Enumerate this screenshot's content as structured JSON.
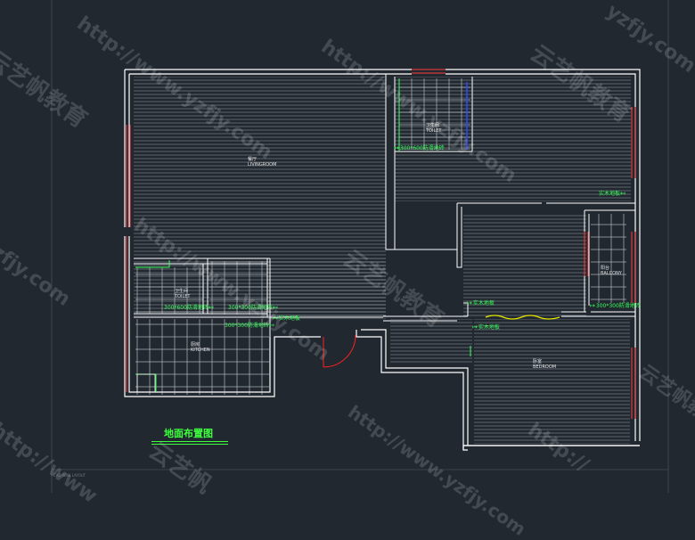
{
  "drawing": {
    "title": "地面布置图",
    "footnote": "CAD WAN LAYOUT",
    "colors": {
      "background": "#212830",
      "wall": "#ffffff",
      "hatch": "#b8bec4",
      "window": "#ff3b3b",
      "accent": "#39ff5a",
      "door_swing": "#ff2020",
      "blue_line": "#2b4bff",
      "yellow_door": "#e8e800"
    }
  },
  "rooms": {
    "living": {
      "name": "餐厅",
      "sub": "LIVINGROOM"
    },
    "toilet_main": {
      "name": "卫生间",
      "sub": "TOILET"
    },
    "toilet_small": {
      "name": "卫生间",
      "sub": "TOILET"
    },
    "kitchen": {
      "name": "厨房",
      "sub": "KITCHEN"
    },
    "balcony": {
      "name": "阳台",
      "sub": "BALCONY"
    },
    "bedroom": {
      "name": "卧室",
      "sub": "BEDROOM"
    }
  },
  "markers": {
    "toilet_main_tile": "300*600防滑地砖",
    "toilet_small_tile": "300*600防滑地砖",
    "kitchen_tile": "300*300防滑地砖",
    "kitchen_tile_2": "300*300防滑地砖",
    "corridor_floor": "实木地板",
    "balcony_tile": "300*300防滑地砖",
    "hall_floor": "实木地板",
    "bedroom_floor": "实木地板",
    "balcony_door": "实木地板"
  },
  "watermarks": [
    "http://www.yzfjy.com",
    "云艺帆教育",
    "http://www.yzfjy.com",
    "云艺帆教育",
    "http://www.yzfjy.com",
    "yzfjy.com",
    "云艺帆教育",
    "http://www",
    "云艺帆",
    "zfjy.com",
    "http://www.yzfjy.com",
    "云艺帆教育",
    "http://",
    "云艺帆教育"
  ]
}
